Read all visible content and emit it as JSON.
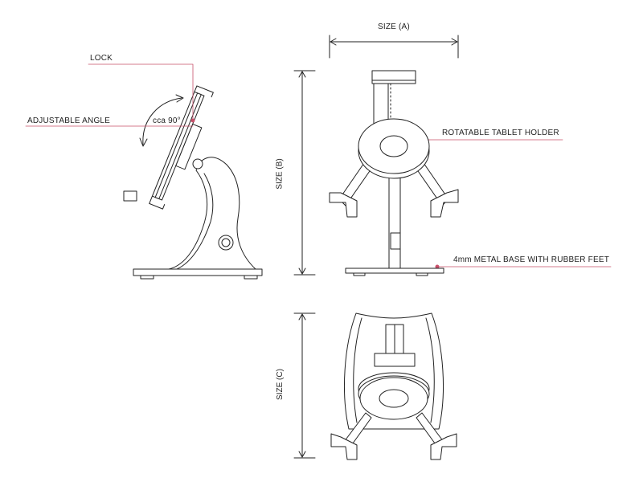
{
  "labels": {
    "lock": "LOCK",
    "adjustable_angle": "ADJUSTABLE ANGLE",
    "angle_value": "cca 90°",
    "size_a": "SIZE (A)",
    "size_b": "SIZE (B)",
    "size_c": "SIZE (C)",
    "rotatable_holder": "ROTATABLE TABLET HOLDER",
    "metal_base": "4mm METAL BASE WITH RUBBER FEET"
  },
  "colors": {
    "line": "#222222",
    "callout_line": "#c8506a",
    "callout_dot": "#c8506a"
  }
}
